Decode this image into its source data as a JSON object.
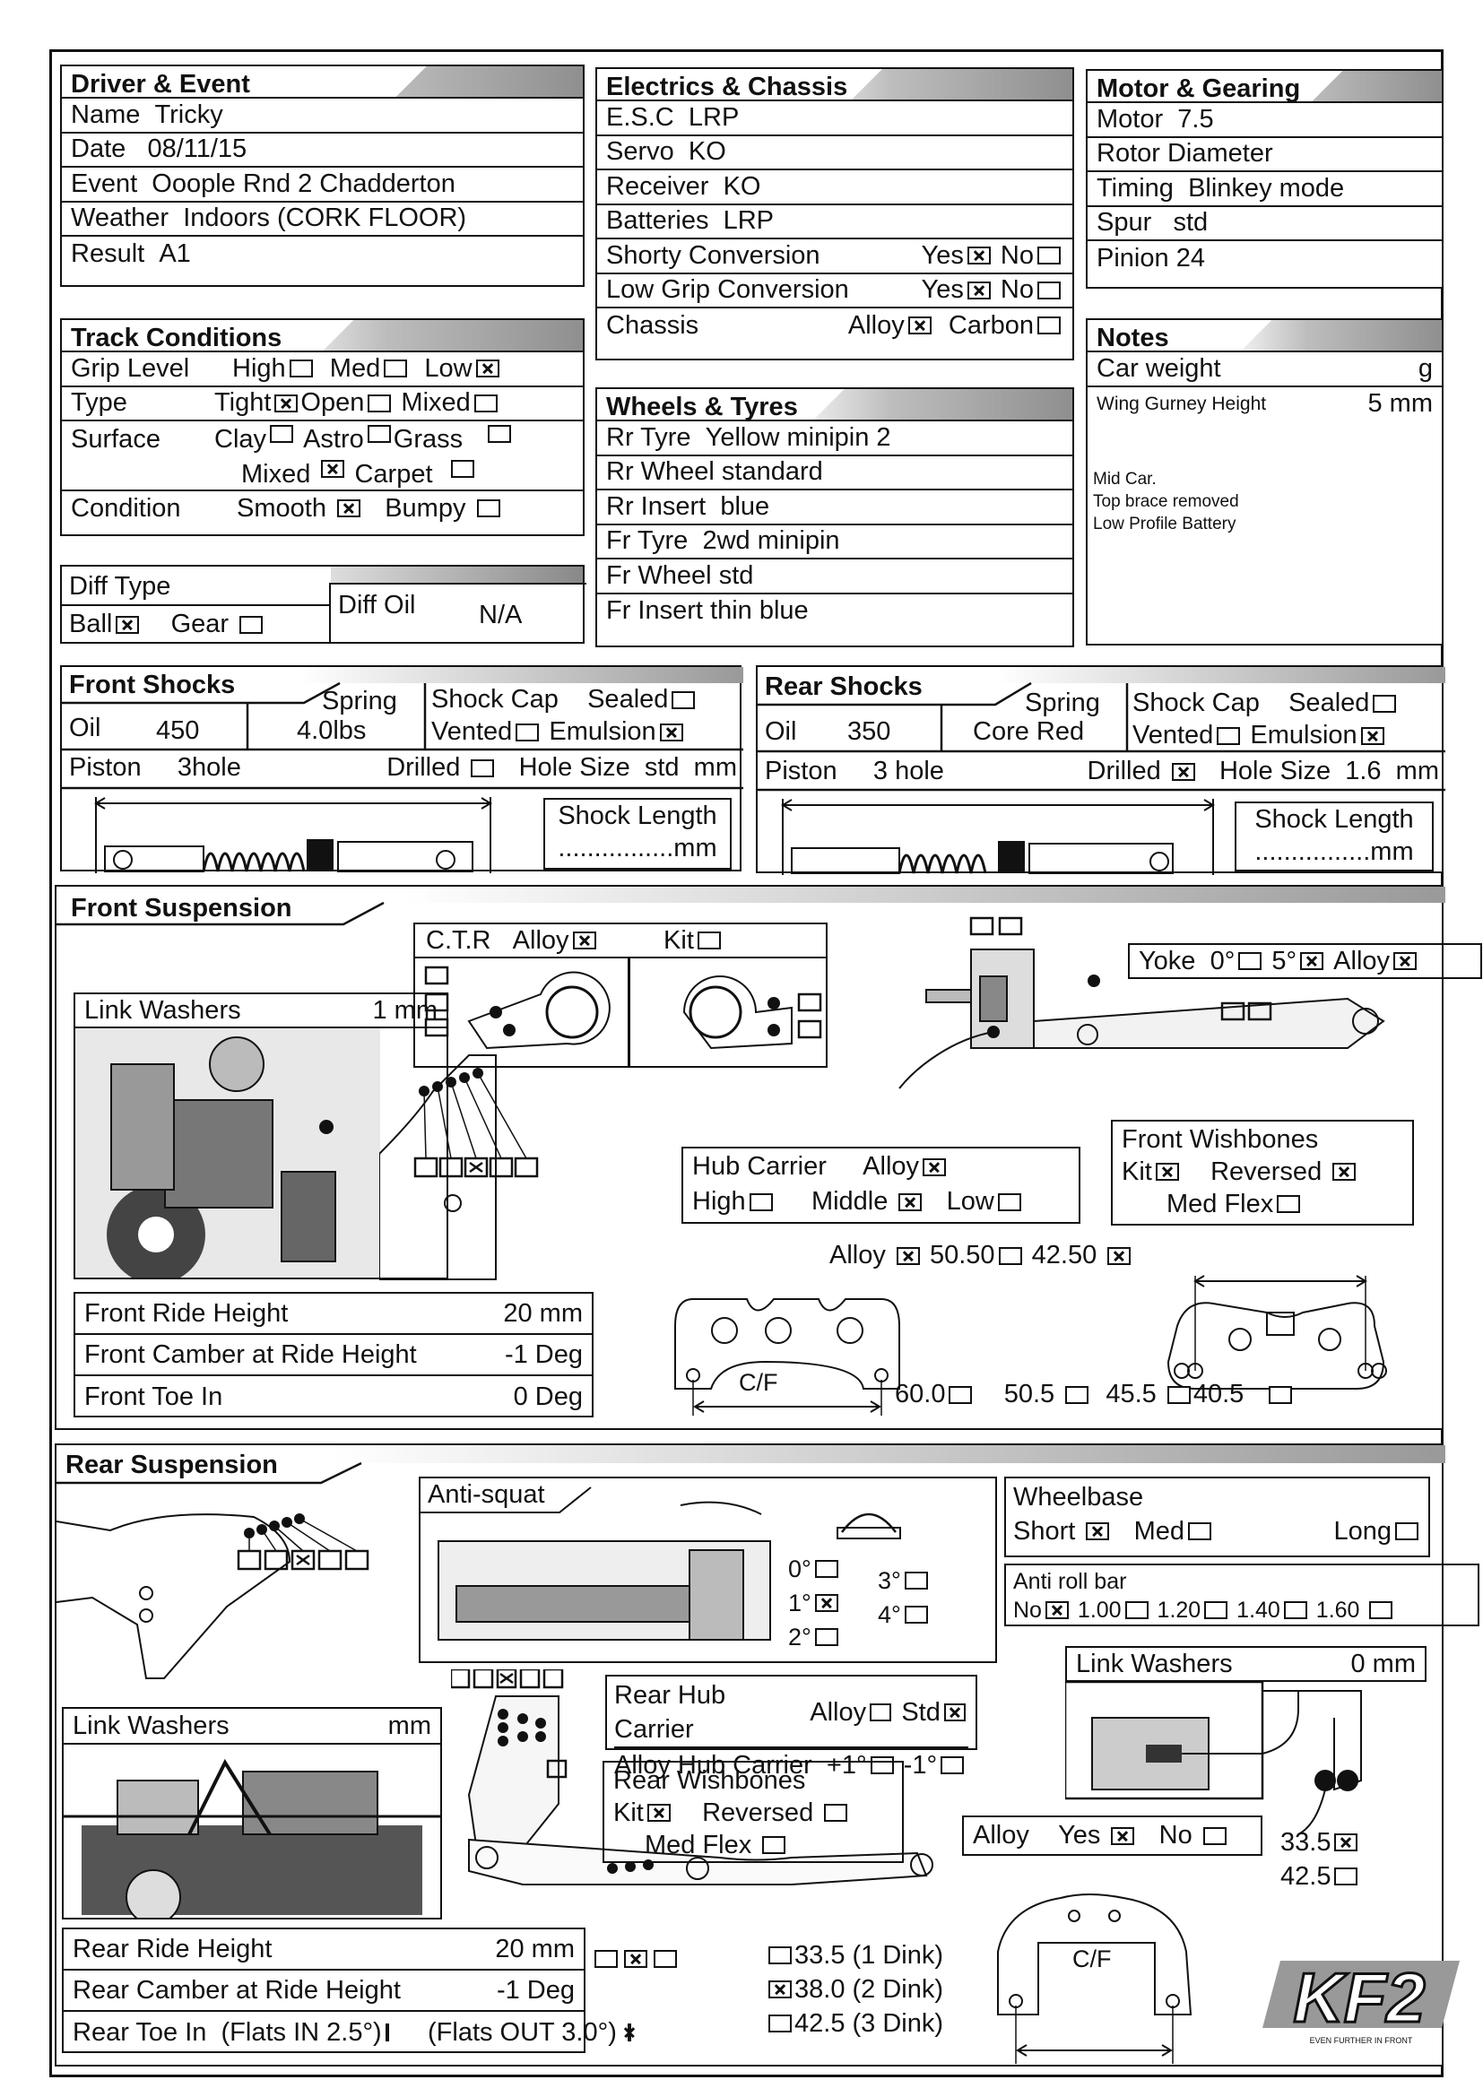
{
  "driver": {
    "title": "Driver & Event",
    "name_label": "Name",
    "name": "Tricky",
    "date_label": "Date",
    "date": "08/11/15",
    "event_label": "Event",
    "event": "Ooople Rnd 2 Chadderton",
    "weather_label": "Weather",
    "weather": "Indoors (CORK FLOOR)",
    "result_label": "Result",
    "result": "A1"
  },
  "electrics": {
    "title": "Electrics & Chassis",
    "esc_label": "E.S.C",
    "esc": "LRP",
    "servo_label": "Servo",
    "servo": "KO",
    "receiver_label": "Receiver",
    "receiver": "KO",
    "batteries_label": "Batteries",
    "batteries": "LRP",
    "shorty_label": "Shorty Conversion",
    "lowgrip_label": "Low Grip Conversion",
    "chassis_label": "Chassis",
    "yes": "Yes",
    "no": "No",
    "alloy": "Alloy",
    "carbon": "Carbon"
  },
  "motor": {
    "title": "Motor & Gearing",
    "motor_label": "Motor",
    "motor": "7.5",
    "rotor_label": "Rotor Diameter",
    "timing_label": "Timing",
    "timing": "Blinkey mode",
    "spur_label": "Spur",
    "spur": "std",
    "pinion_label": "Pinion",
    "pinion": "24"
  },
  "notes": {
    "title": "Notes",
    "car_weight_label": "Car weight",
    "car_weight_unit": "g",
    "wing_label": "Wing Gurney Height",
    "wing_value": "5 mm",
    "text1": "Mid Car.",
    "text2": "Top brace removed",
    "text3": "Low Profile Battery"
  },
  "track": {
    "title": "Track Conditions",
    "grip_label": "Grip Level",
    "high": "High",
    "med": "Med",
    "low": "Low",
    "type_label": "Type",
    "tight": "Tight",
    "open": "Open",
    "mixed": "Mixed",
    "surface_label": "Surface",
    "clay": "Clay",
    "astro": "Astro",
    "grass": "Grass",
    "mixed2": "Mixed",
    "carpet": "Carpet",
    "condition_label": "Condition",
    "smooth": "Smooth",
    "bumpy": "Bumpy"
  },
  "wheels": {
    "title": "Wheels & Tyres",
    "rr_tyre_label": "Rr Tyre",
    "rr_tyre": "Yellow minipin 2",
    "rr_wheel_label": "Rr Wheel",
    "rr_wheel": "standard",
    "rr_insert_label": "Rr Insert",
    "rr_insert": "blue",
    "fr_tyre_label": "Fr Tyre",
    "fr_tyre": "2wd minipin",
    "fr_wheel_label": "Fr Wheel",
    "fr_wheel": "std",
    "fr_insert_label": "Fr Insert",
    "fr_insert": "thin blue"
  },
  "diff": {
    "type_label": "Diff Type",
    "ball": "Ball",
    "gear": "Gear",
    "oil_label": "Diff Oil",
    "oil": "N/A"
  },
  "front_shocks": {
    "title": "Front Shocks",
    "spring_label": "Spring",
    "spring": "4.0lbs",
    "oil_label": "Oil",
    "oil": "450",
    "cap_label": "Shock Cap",
    "sealed": "Sealed",
    "vented": "Vented",
    "emulsion": "Emulsion",
    "piston_label": "Piston",
    "piston": "3hole",
    "drilled": "Drilled",
    "hole_label": "Hole Size",
    "hole": "std",
    "mm": "mm",
    "length_label": "Shock Length",
    "length_dots": "................mm"
  },
  "rear_shocks": {
    "title": "Rear Shocks",
    "spring_label": "Spring",
    "spring": "Core Red",
    "oil_label": "Oil",
    "oil": "350",
    "cap_label": "Shock Cap",
    "sealed": "Sealed",
    "vented": "Vented",
    "emulsion": "Emulsion",
    "piston_label": "Piston",
    "piston": "3 hole",
    "drilled": "Drilled",
    "hole_label": "Hole Size",
    "hole": "1.6",
    "mm": "mm",
    "length_label": "Shock Length",
    "length_dots": "................mm"
  },
  "front_susp": {
    "title": "Front Suspension",
    "ctr": "C.T.R",
    "alloy": "Alloy",
    "kit": "Kit",
    "yoke": "Yoke",
    "yoke0": "0°",
    "yoke5": "5°",
    "yoke_alloy": "Alloy",
    "link_label": "Link Washers",
    "link_value": "1 mm",
    "hub_label": "Hub Carrier",
    "hub_alloy": "Alloy",
    "high": "High",
    "middle": "Middle",
    "low": "Low",
    "wish_label": "Front Wishbones",
    "wish_kit": "Kit",
    "wish_rev": "Reversed",
    "wish_flex": "Med Flex",
    "ride_label": "Front Ride Height",
    "ride": "20 mm",
    "camber_label": "Front Camber at Ride Height",
    "camber": "-1 Deg",
    "toe_label": "Front Toe In",
    "toe": "0 Deg",
    "brace_alloy": "Alloy",
    "b5050": "50.50",
    "b4250": "42.50",
    "cf": "C/F",
    "w600": "60.0",
    "w505": "50.5",
    "w455": "45.5",
    "w405": "40.5"
  },
  "rear_susp": {
    "title": "Rear Suspension",
    "antisquat": "Anti-squat",
    "a0": "0°",
    "a1": "1°",
    "a2": "2°",
    "a3": "3°",
    "a4": "4°",
    "wheelbase": "Wheelbase",
    "short": "Short",
    "med": "Med",
    "long": "Long",
    "arb": "Anti roll bar",
    "arb_no": "No",
    "arb100": "1.00",
    "arb120": "1.20",
    "arb140": "1.40",
    "arb160": "1.60",
    "link_label": "Link Washers",
    "link_unit": "mm",
    "link2_label": "Link Washers",
    "link2_value": "0 mm",
    "hub_label": "Rear Hub Carrier",
    "hub_alloy": "Alloy",
    "hub_std": "Std",
    "ahub_label": "Alloy Hub Carrier",
    "ahub_p1": "+1°",
    "ahub_m1": "-1°",
    "wish_label": "Rear Wishbones",
    "wish_kit": "Kit",
    "wish_rev": "Reversed",
    "wish_flex": "Med Flex",
    "alloy_label": "Alloy",
    "alloy_yes": "Yes",
    "alloy_no": "No",
    "r335": "33.5",
    "r425": "42.5",
    "ride_label": "Rear Ride Height",
    "ride": "20 mm",
    "camber_label": "Rear Camber at Ride Height",
    "camber": "-1 Deg",
    "toe_label": "Rear Toe In",
    "toe_in": "(Flats IN 2.5°)",
    "toe_out": "(Flats OUT 3.0°)",
    "d1": "33.5 (1 Dink)",
    "d2": "38.0 (2 Dink)",
    "d3": "42.5 (3 Dink)",
    "cf": "C/F"
  },
  "logo": {
    "text": "KF2",
    "tagline": "EVEN FURTHER IN FRONT"
  }
}
